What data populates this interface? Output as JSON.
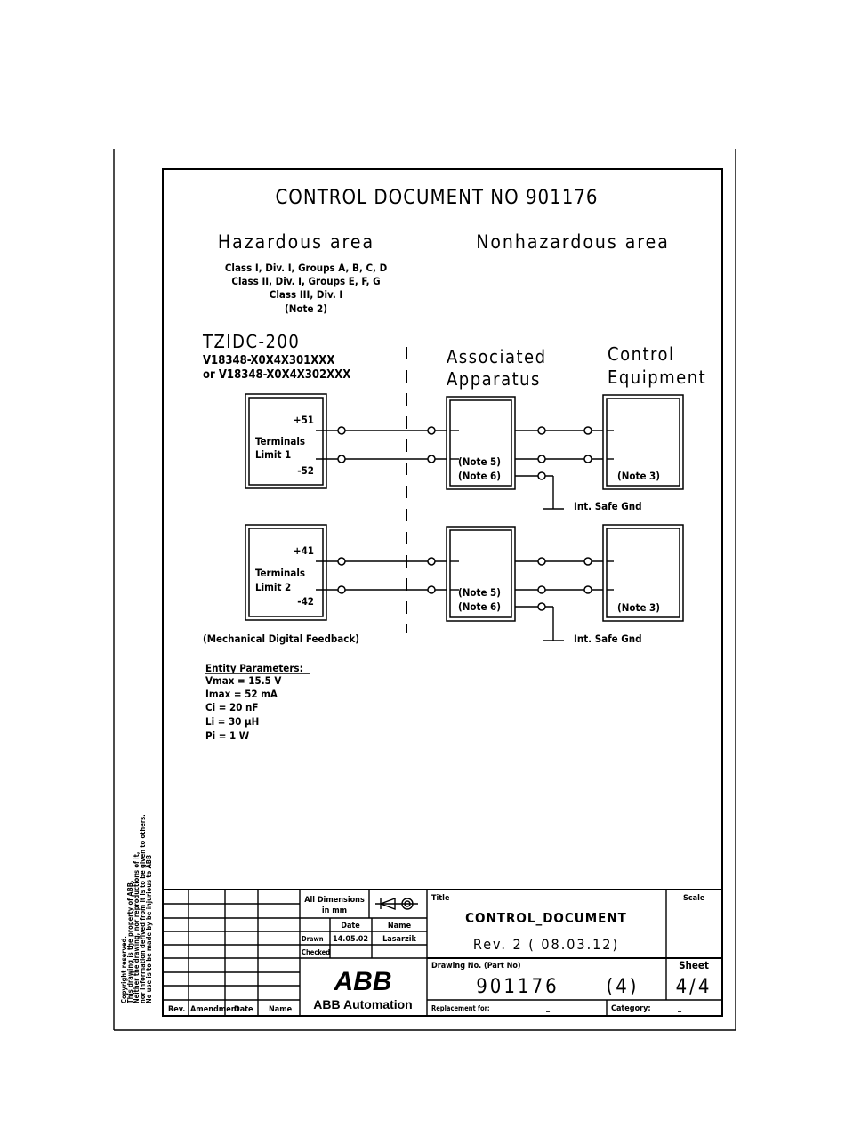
{
  "document": {
    "title": "CONTROL DOCUMENT NO 901176",
    "hazardous_heading": "Hazardous area",
    "nonhazardous_heading": "Nonhazardous area",
    "classes": [
      "Class I, Div. I, Groups A, B, C, D",
      "Class II, Div. I, Groups E, F, G",
      "Class III, Div. I",
      "(Note 2)"
    ],
    "device_name": "TZIDC-200",
    "model_line1": "V18348-X0X4X301XXX",
    "model_line2": "or V18348-X0X4X302XXX",
    "associated_heading": [
      "Associated",
      "Apparatus"
    ],
    "control_heading": [
      "Control",
      "Equipment"
    ],
    "feedback_note": "(Mechanical Digital Feedback)"
  },
  "circuits": [
    {
      "terminal_pos": "+51",
      "terminal_neg": "-52",
      "label_line1": "Terminals",
      "label_line2": "Limit 1",
      "assoc_note1": "(Note 5)",
      "assoc_note2": "(Note 6)",
      "control_note": "(Note 3)",
      "ground_label": "Int. Safe Gnd"
    },
    {
      "terminal_pos": "+41",
      "terminal_neg": "-42",
      "label_line1": "Terminals",
      "label_line2": "Limit 2",
      "assoc_note1": "(Note 5)",
      "assoc_note2": "(Note 6)",
      "control_note": "(Note 3)",
      "ground_label": "Int. Safe Gnd"
    }
  ],
  "entity_parameters": {
    "heading": "Entity Parameters:",
    "lines": [
      "Vmax = 15.5 V",
      "Imax = 52 mA",
      "Ci = 20 nF",
      "Li = 30 µH",
      "Pi = 1 W"
    ]
  },
  "copyright": [
    "Copyright reserved.",
    "This drawing is the property of ABB.",
    "Neither the drawing, nor reproductions of it,",
    "nor information derived from it is to be given to others.",
    "No use is to be made by be injurious to ABB"
  ],
  "title_block": {
    "rev_headers": [
      "Rev.",
      "Amendment",
      "Date",
      "Name"
    ],
    "all_dimensions": [
      "All Dimensions",
      "in mm"
    ],
    "date_header": "Date",
    "name_header": "Name",
    "drawn_label": "Drawn",
    "drawn_date": "14.05.02",
    "drawn_name": "Lasarzik",
    "checked_label": "Checked",
    "title_label": "Title",
    "title_value": "CONTROL_DOCUMENT",
    "revision": "Rev. 2 ( 08.03.12)",
    "scale_label": "Scale",
    "drawing_no_label": "Drawing No.   (Part No)",
    "drawing_no": "901176",
    "part_no": "(4)",
    "sheet_label": "Sheet",
    "sheet_value": "4/4",
    "replacement_label": "Replacement for:",
    "replacement_value": "_",
    "category_label": "Category:",
    "category_value": "_",
    "logo": "ABB",
    "company": "ABB Automation"
  }
}
